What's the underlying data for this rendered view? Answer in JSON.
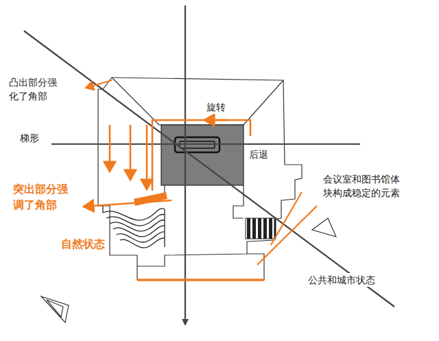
{
  "diagram": {
    "labels": [
      "凸出部分强化了角部",
      "梯形",
      "旋转",
      "后退",
      "会议室和图书馆体块构成稳定的元素",
      "突出部分强调了角部",
      "自然状态",
      "公共和城市状态"
    ]
  }
}
